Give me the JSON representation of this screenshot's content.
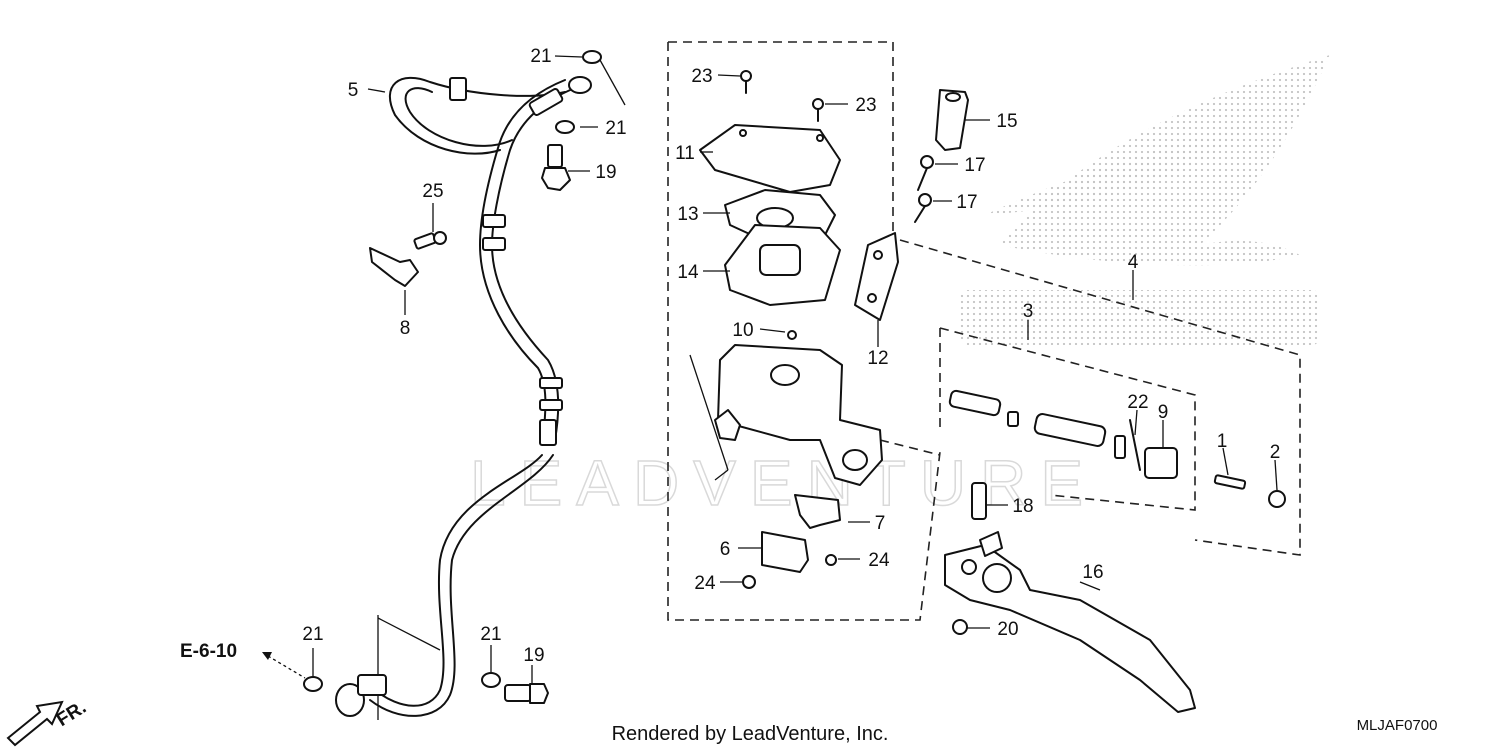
{
  "watermark": "LEADVENTURE",
  "footer": {
    "rendered_by": "Rendered by LeadVenture, Inc.",
    "code": "MLJAF0700"
  },
  "reference": {
    "section": "E-6-10",
    "front": "FR."
  },
  "parts": {
    "p1": "1",
    "p2": "2",
    "p3": "3",
    "p4": "4",
    "p5": "5",
    "p6": "6",
    "p7": "7",
    "p8": "8",
    "p9": "9",
    "p10": "10",
    "p11": "11",
    "p12": "12",
    "p13": "13",
    "p14": "14",
    "p15": "15",
    "p16": "16",
    "p17": "17",
    "p18": "18",
    "p19": "19",
    "p20": "20",
    "p21": "21",
    "p22": "22",
    "p23": "23",
    "p24": "24",
    "p25": "25"
  }
}
